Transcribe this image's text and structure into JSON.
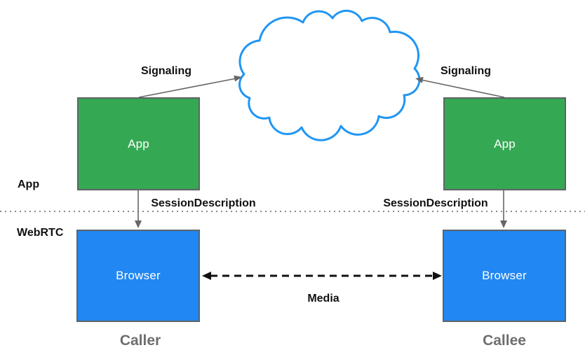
{
  "nodes": {
    "app_caller": {
      "label": "App"
    },
    "app_callee": {
      "label": "App"
    },
    "browser_caller": {
      "label": "Browser"
    },
    "browser_callee": {
      "label": "Browser"
    }
  },
  "edges": {
    "signaling_caller": {
      "label": "Signaling"
    },
    "signaling_callee": {
      "label": "Signaling"
    },
    "session_caller": {
      "label": "SessionDescription"
    },
    "session_callee": {
      "label": "SessionDescription"
    },
    "media": {
      "label": "Media"
    }
  },
  "layers": {
    "app": {
      "label": "App"
    },
    "webrtc": {
      "label": "WebRTC"
    }
  },
  "endpoints": {
    "caller": {
      "label": "Caller"
    },
    "callee": {
      "label": "Callee"
    }
  },
  "colors": {
    "app_box_fill": "#35A853",
    "browser_box_fill": "#2187F2",
    "box_border": "#5f6368",
    "cloud_stroke": "#2196F3",
    "arrow_gray": "#666666",
    "media_black": "#111111",
    "divider_gray": "#8a8a8a",
    "endpoint_gray": "#6e6e6e"
  }
}
